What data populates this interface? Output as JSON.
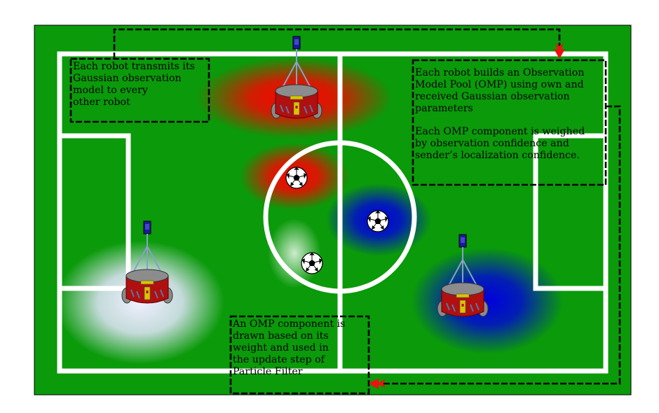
{
  "colors": {
    "field": "#0a9a0a",
    "line": "#ffffff",
    "robot_body": "#b01010",
    "hot_red": "#ff0000",
    "hot_blue": "#0000dd",
    "hot_pale": "#e8e8ff",
    "arrow": "#ee1111",
    "pole_top": "#1a1a9a"
  },
  "icons": [
    "robot-icon",
    "soccer-ball-icon",
    "red-arrowhead-icon"
  ],
  "callouts": {
    "transmit": {
      "lines": [
        "Each robot transmits its",
        "Gaussian observation",
        "model to every",
        "other robot"
      ]
    },
    "omp": {
      "para1": [
        "Each robot builds an Observation",
        "Model Pool (OMP) using own and",
        "received Gaussian observation",
        "parameters"
      ],
      "para2": [
        "Each OMP component is weighed",
        "by observation confidence and",
        "sender’s localization confidence."
      ]
    },
    "draw": {
      "lines": [
        "An OMP component is",
        "drawn based on its",
        "weight and used in",
        "the update step of",
        "Particle Filter"
      ]
    }
  }
}
